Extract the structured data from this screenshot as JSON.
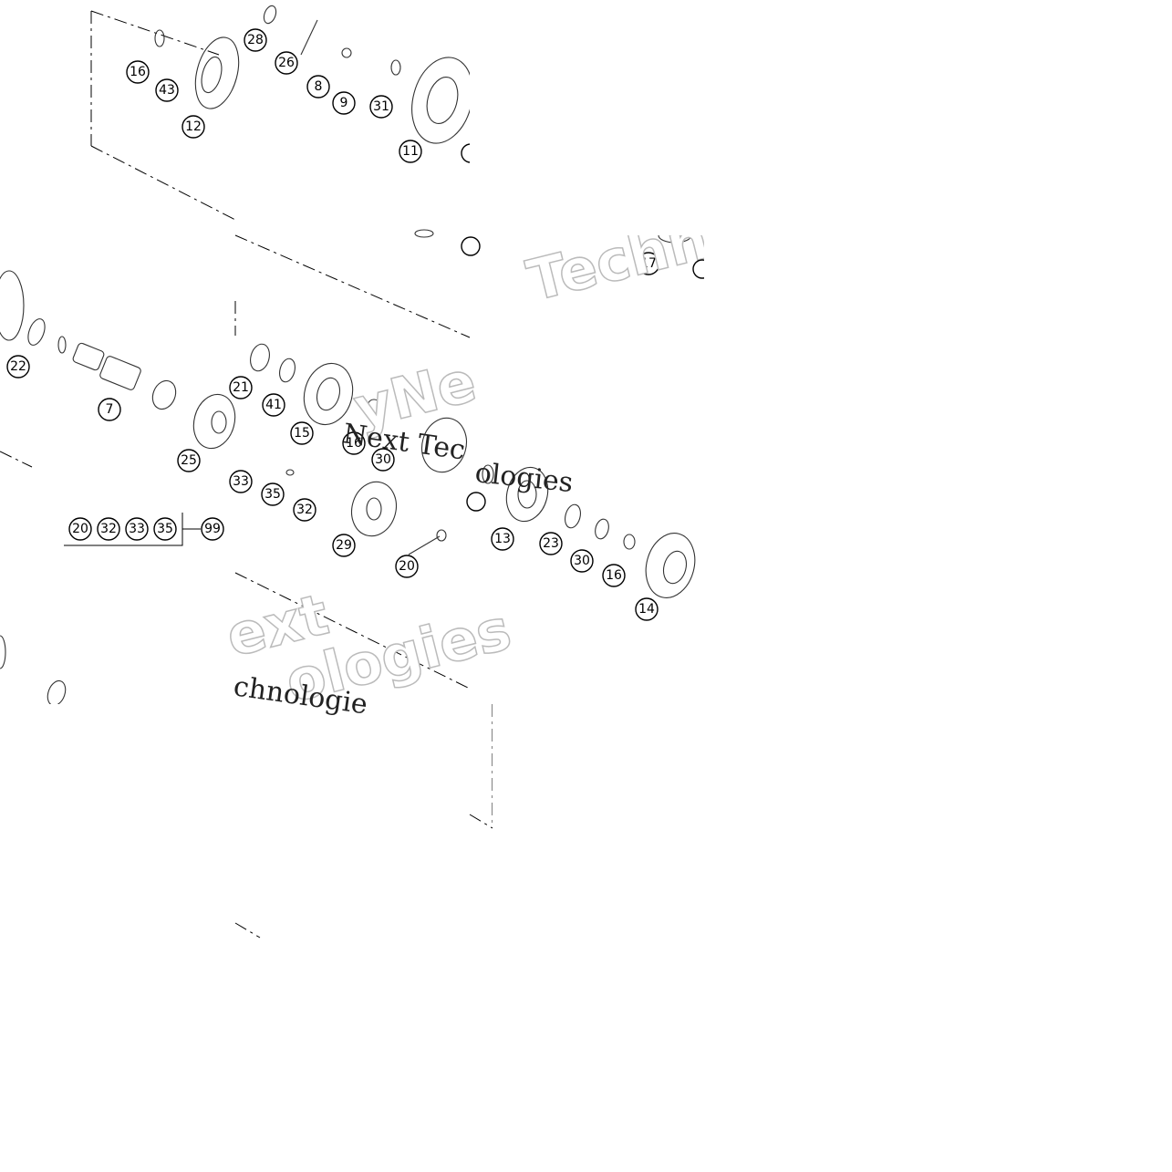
{
  "diagram": {
    "callouts": [
      "16",
      "43",
      "12",
      "28",
      "26",
      "8",
      "9",
      "31",
      "11",
      "17",
      "22",
      "7",
      "25",
      "21",
      "41",
      "15",
      "16",
      "30",
      "33",
      "35",
      "32",
      "29",
      "20",
      "13",
      "23",
      "30",
      "16",
      "14"
    ],
    "kit_group": {
      "members": [
        "20",
        "32",
        "33",
        "35"
      ],
      "kit_number": "99"
    },
    "watermarks": [
      "Techno",
      "yNe",
      "Next Tec",
      "ologies",
      "ext",
      "ologies",
      "chnologie"
    ]
  }
}
